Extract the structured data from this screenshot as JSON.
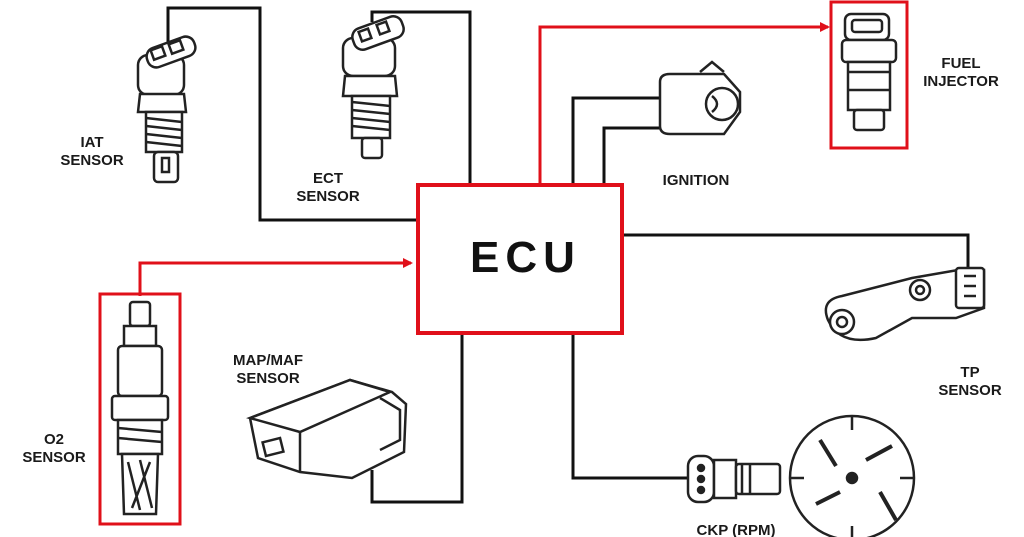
{
  "ecu": {
    "label": "ECU"
  },
  "components": {
    "iat": {
      "line1": "IAT",
      "line2": "SENSOR"
    },
    "ect": {
      "line1": "ECT",
      "line2": "SENSOR"
    },
    "o2": {
      "line1": "O2",
      "line2": "SENSOR"
    },
    "map_maf": {
      "line1": "MAP/MAF",
      "line2": "SENSOR"
    },
    "ignition": {
      "line1": "IGNITION"
    },
    "fuel_injector": {
      "line1": "FUEL",
      "line2": "INJECTOR"
    },
    "tp": {
      "line1": "TP",
      "line2": "SENSOR"
    },
    "ckp": {
      "line1": "CKP (RPM)"
    }
  },
  "colors": {
    "highlight": "#e0101a",
    "wire": "#111111",
    "part": "#222222"
  }
}
